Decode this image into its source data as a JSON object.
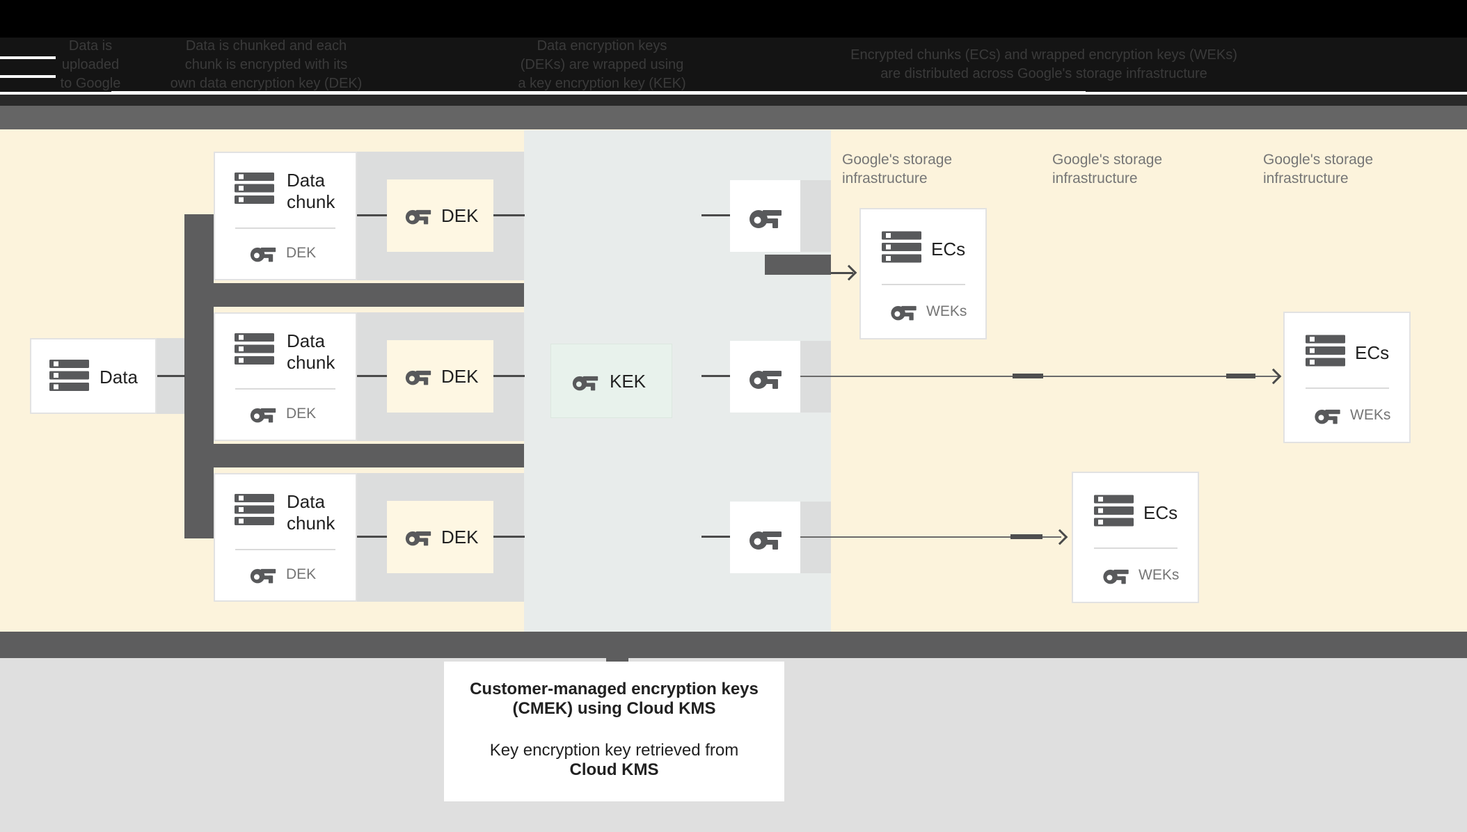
{
  "header": {
    "captions": [
      {
        "lines": [
          "Data is",
          "uploaded",
          "to Google"
        ]
      },
      {
        "lines": [
          "Data is chunked and each",
          "chunk is encrypted with its",
          "own data encryption key (DEK)"
        ]
      },
      {
        "lines": [
          "Data encryption keys",
          "(DEKs) are wrapped using",
          "a key encryption key (KEK)"
        ]
      },
      {
        "lines": [
          "Encrypted chunks (ECs) and wrapped encryption keys (WEKs)",
          "are distributed across Google's storage infrastructure"
        ]
      }
    ]
  },
  "diagram": {
    "data_box_label": "Data",
    "chunk_title_line1": "Data",
    "chunk_title_line2": "chunk",
    "chunk_key_label": "DEK",
    "dek_label": "DEK",
    "kek_label": "KEK",
    "storage_label_line1": "Google's storage",
    "storage_label_line2": "infrastructure",
    "ecs_title": "ECs",
    "ecs_key_label": "WEKs"
  },
  "footer": {
    "title_line1": "Customer-managed encryption keys",
    "title_line2": "(CMEK) using Cloud KMS",
    "body_line1": "Key encryption key retrieved from",
    "body_line2": "Cloud KMS"
  },
  "colors": {
    "yellow_zone": "#FCF3DC",
    "kms_zone": "#E8ECEB",
    "dek_box": "#FEF7E3",
    "kek_box": "#E8F2EC",
    "dark_gray": "#5D5D5E",
    "separator_gray": "#656565",
    "strip_gray": "#DCDDDD",
    "icon_gray": "#58595B",
    "text_dark": "#212121",
    "text_gray": "#757575",
    "connector_line": "#4A4A4A",
    "footer_bg": "#DFDFDF",
    "caption_text": "#3A3A3A"
  }
}
